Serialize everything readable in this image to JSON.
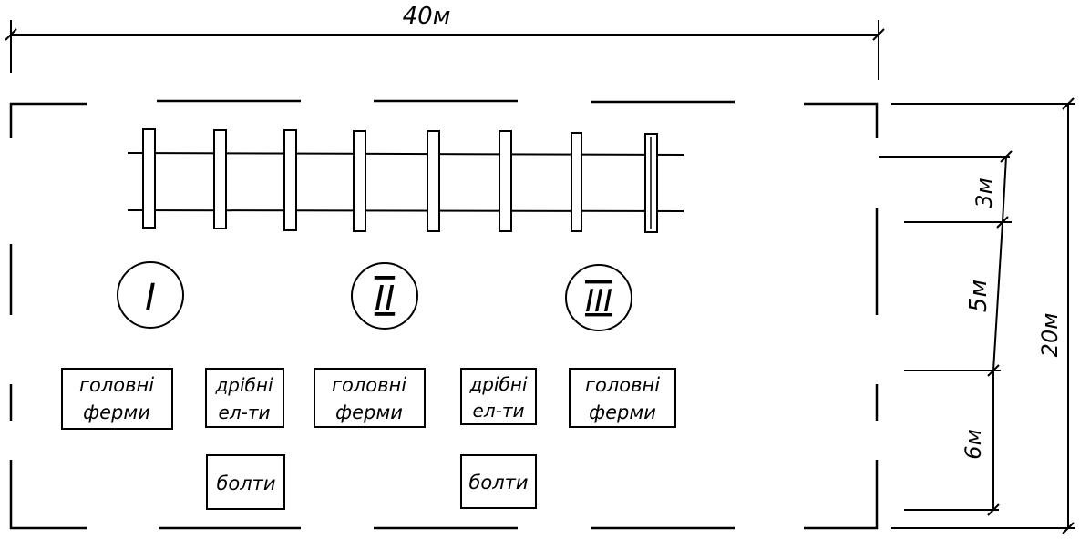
{
  "dimensions": {
    "total_length": "40м",
    "total_width": "20м",
    "segment_top": "3м",
    "segment_middle": "5м",
    "segment_bottom": "6м"
  },
  "zones": [
    {
      "numeral": "I"
    },
    {
      "numeral": "II"
    },
    {
      "numeral": "III"
    }
  ],
  "storage": {
    "main_trusses": {
      "line1": "головні",
      "line2": "ферми"
    },
    "small_elements": {
      "line1": "дрібні",
      "line2": "ел-ти"
    },
    "small_elements_alt": {
      "line1": "дрібні",
      "line2": "ел-ти"
    },
    "bolts": "болти"
  },
  "crane_track": {
    "sleepers": 8
  }
}
